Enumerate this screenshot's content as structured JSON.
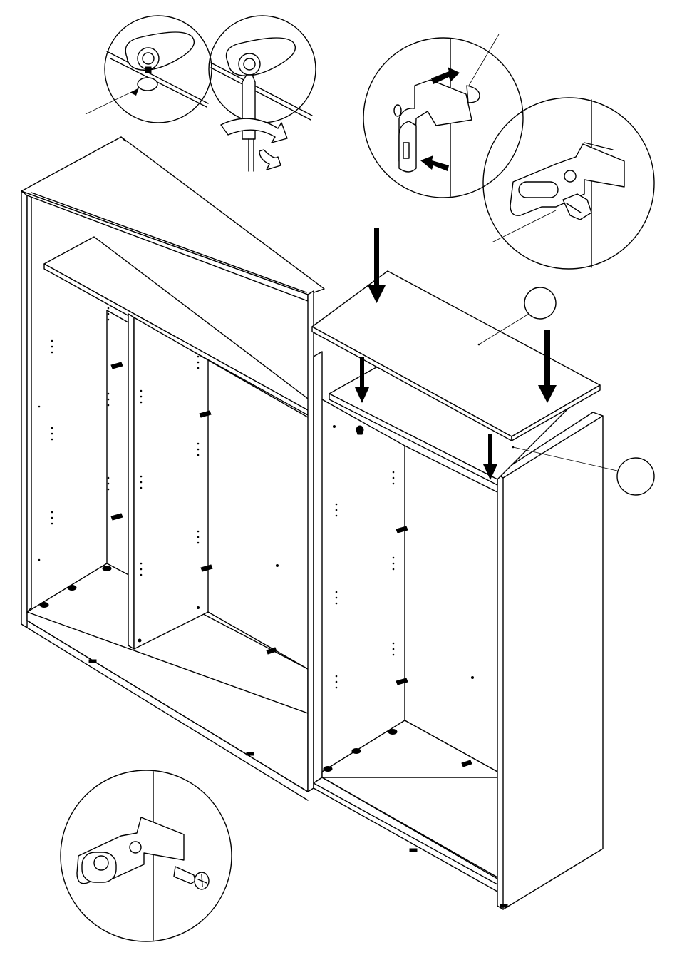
{
  "diagram": {
    "type": "furniture-assembly-instruction",
    "colors": {
      "line": "#000000",
      "paper": "#ffffff",
      "part": "#ffffff",
      "arrow": "#000000"
    },
    "callouts": [
      {
        "id": "callout-top-panel",
        "label": ""
      },
      {
        "id": "callout-side-panel",
        "label": ""
      },
      {
        "id": "callout-cam-lock-detail",
        "label": ""
      },
      {
        "id": "callout-connector-screw-detail",
        "label": ""
      }
    ],
    "detail_views": [
      {
        "id": "cam-lock-insert",
        "icon": "cam-lock-icon"
      },
      {
        "id": "cam-lock-turn",
        "icon": "screwdriver-rotate-icon"
      },
      {
        "id": "bracket-slide",
        "icon": "bracket-slide-icon"
      },
      {
        "id": "bracket-screw-top",
        "icon": "bracket-screw-icon"
      },
      {
        "id": "bracket-screw-bottom",
        "icon": "bracket-screw-icon"
      }
    ],
    "arrows": [
      {
        "id": "arrow-top-panel-left",
        "direction": "down"
      },
      {
        "id": "arrow-top-panel-right",
        "direction": "down"
      },
      {
        "id": "arrow-inner-left",
        "direction": "down"
      },
      {
        "id": "arrow-inner-right",
        "direction": "down"
      }
    ]
  }
}
